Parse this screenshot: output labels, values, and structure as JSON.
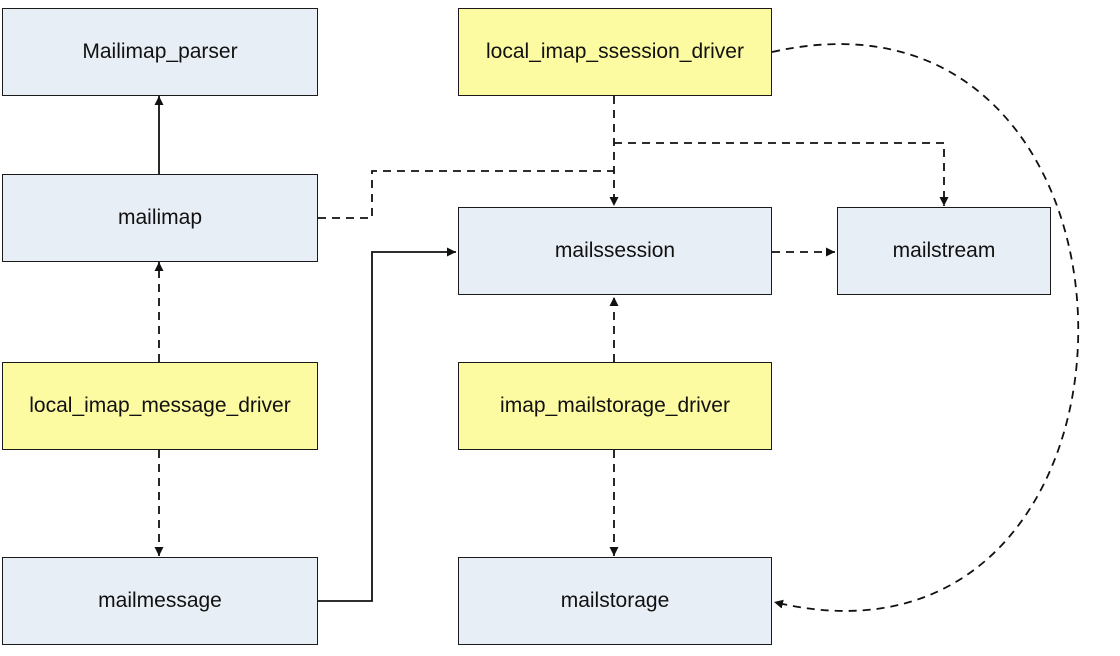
{
  "diagram": {
    "colors": {
      "core": "#e8eef6",
      "driver": "#fcfba2",
      "line": "#111111"
    },
    "nodes": {
      "mailimap_parser": "Mailimap_parser",
      "mailimap": "mailimap",
      "local_imap_message_driver": "local_imap_message_driver",
      "mailmessage": "mailmessage",
      "local_imap_ssession_driver": "local_imap_ssession_driver",
      "mailssession": "mailssession",
      "mailstream": "mailstream",
      "imap_mailstorage_driver": "imap_mailstorage_driver",
      "mailstorage": "mailstorage"
    },
    "edges": [
      {
        "from": "mailimap",
        "to": "mailimap_parser",
        "style": "solid"
      },
      {
        "from": "local_imap_message_driver",
        "to": "mailimap",
        "style": "dashed"
      },
      {
        "from": "local_imap_message_driver",
        "to": "mailmessage",
        "style": "dashed"
      },
      {
        "from": "mailmessage",
        "to": "mailssession",
        "style": "solid"
      },
      {
        "from": "mailimap",
        "to": "mailssession",
        "style": "dashed"
      },
      {
        "from": "local_imap_ssession_driver",
        "to": "mailssession",
        "style": "dashed"
      },
      {
        "from": "local_imap_ssession_driver",
        "to": "mailstream",
        "style": "dashed"
      },
      {
        "from": "local_imap_ssession_driver",
        "to": "mailstorage",
        "style": "dashed"
      },
      {
        "from": "mailssession",
        "to": "mailstream",
        "style": "dashed"
      },
      {
        "from": "imap_mailstorage_driver",
        "to": "mailssession",
        "style": "dashed"
      },
      {
        "from": "imap_mailstorage_driver",
        "to": "mailstorage",
        "style": "dashed"
      }
    ]
  }
}
